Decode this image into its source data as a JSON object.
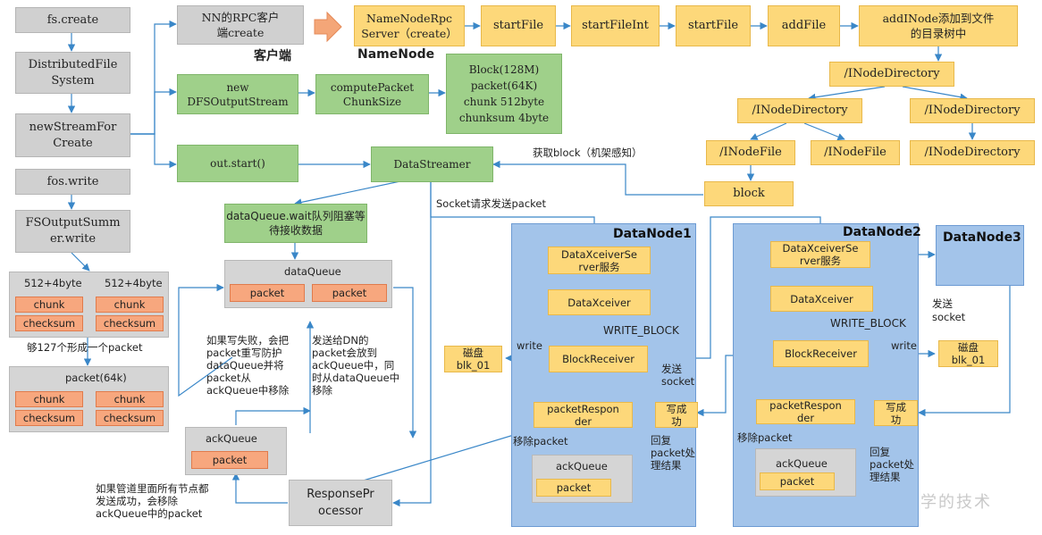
{
  "client": {
    "fs_create": "fs.create",
    "distributed_fs": "DistributedFile\nSystem",
    "new_stream": "newStreamFor\nCreate",
    "fos_write": "fos.write",
    "fs_output": "FSOutputSumm\ner.write",
    "chunk_label_1": "512+4byte",
    "chunk_label_2": "512+4byte",
    "chunk": "chunk",
    "checksum": "checksum",
    "form_packet_note": "够127个形成一个packet",
    "packet64k": "packet(64k)",
    "rpc_client": "NN的RPC客户\n端create",
    "client_label": "客户端",
    "new_dfs": "new\nDFSOutputStream",
    "compute_packet": "computePacket\nChunkSize",
    "block_info": "Block(128M)\npacket(64K)\nchunk 512byte\nchunksum 4byte",
    "out_start": "out.start()",
    "data_streamer": "DataStreamer",
    "get_block": "获取block（机架感知）",
    "socket_send": "Socket请求发送packet",
    "queue_wait": "dataQueue.wait队列阻塞等\n待接收数据",
    "data_queue": "dataQueue",
    "packet": "packet",
    "fail_note": "如果写失败，会把\npacket重写防护\ndataQueue并将\npacket从\nackQueue中移除",
    "send_note": "发送给DN的\npacket会放到\nackQueue中，同\n时从dataQueue中\n移除",
    "ack_queue": "ackQueue",
    "success_note": "如果管道里面所有节点都\n发送成功，会移除\nackQueue中的packet",
    "response_processor": "ResponsePr\nocessor"
  },
  "namenode": {
    "label": "NameNode",
    "rpc_server": "NameNodeRpc\nServer（create）",
    "start_file": "startFile",
    "start_file_int": "startFileInt",
    "start_file_2": "startFile",
    "add_file": "addFile",
    "add_inode": "addINode添加到文件\n的目录树中",
    "inode_dir": "/INodeDirectory",
    "inode_file": "/INodeFile",
    "block": "block"
  },
  "datanodes": {
    "dn1": "DataNode1",
    "dn2": "DataNode2",
    "dn3": "DataNode3",
    "xceiver_server": "DataXceiverSe\nrver服务",
    "xceiver": "DataXceiver",
    "write_block": "WRITE_BLOCK",
    "block_receiver": "BlockReceiver",
    "write": "write",
    "disk": "磁盘\nblk_01",
    "send_socket": "发送\nsocket",
    "packet_responder": "packetRespon\nder",
    "write_success": "写成\n功",
    "remove_packet": "移除packet",
    "reply_result": "回复\npacket处\n理结果",
    "ack_queue": "ackQueue",
    "packet": "packet"
  },
  "watermark": "学的技术"
}
